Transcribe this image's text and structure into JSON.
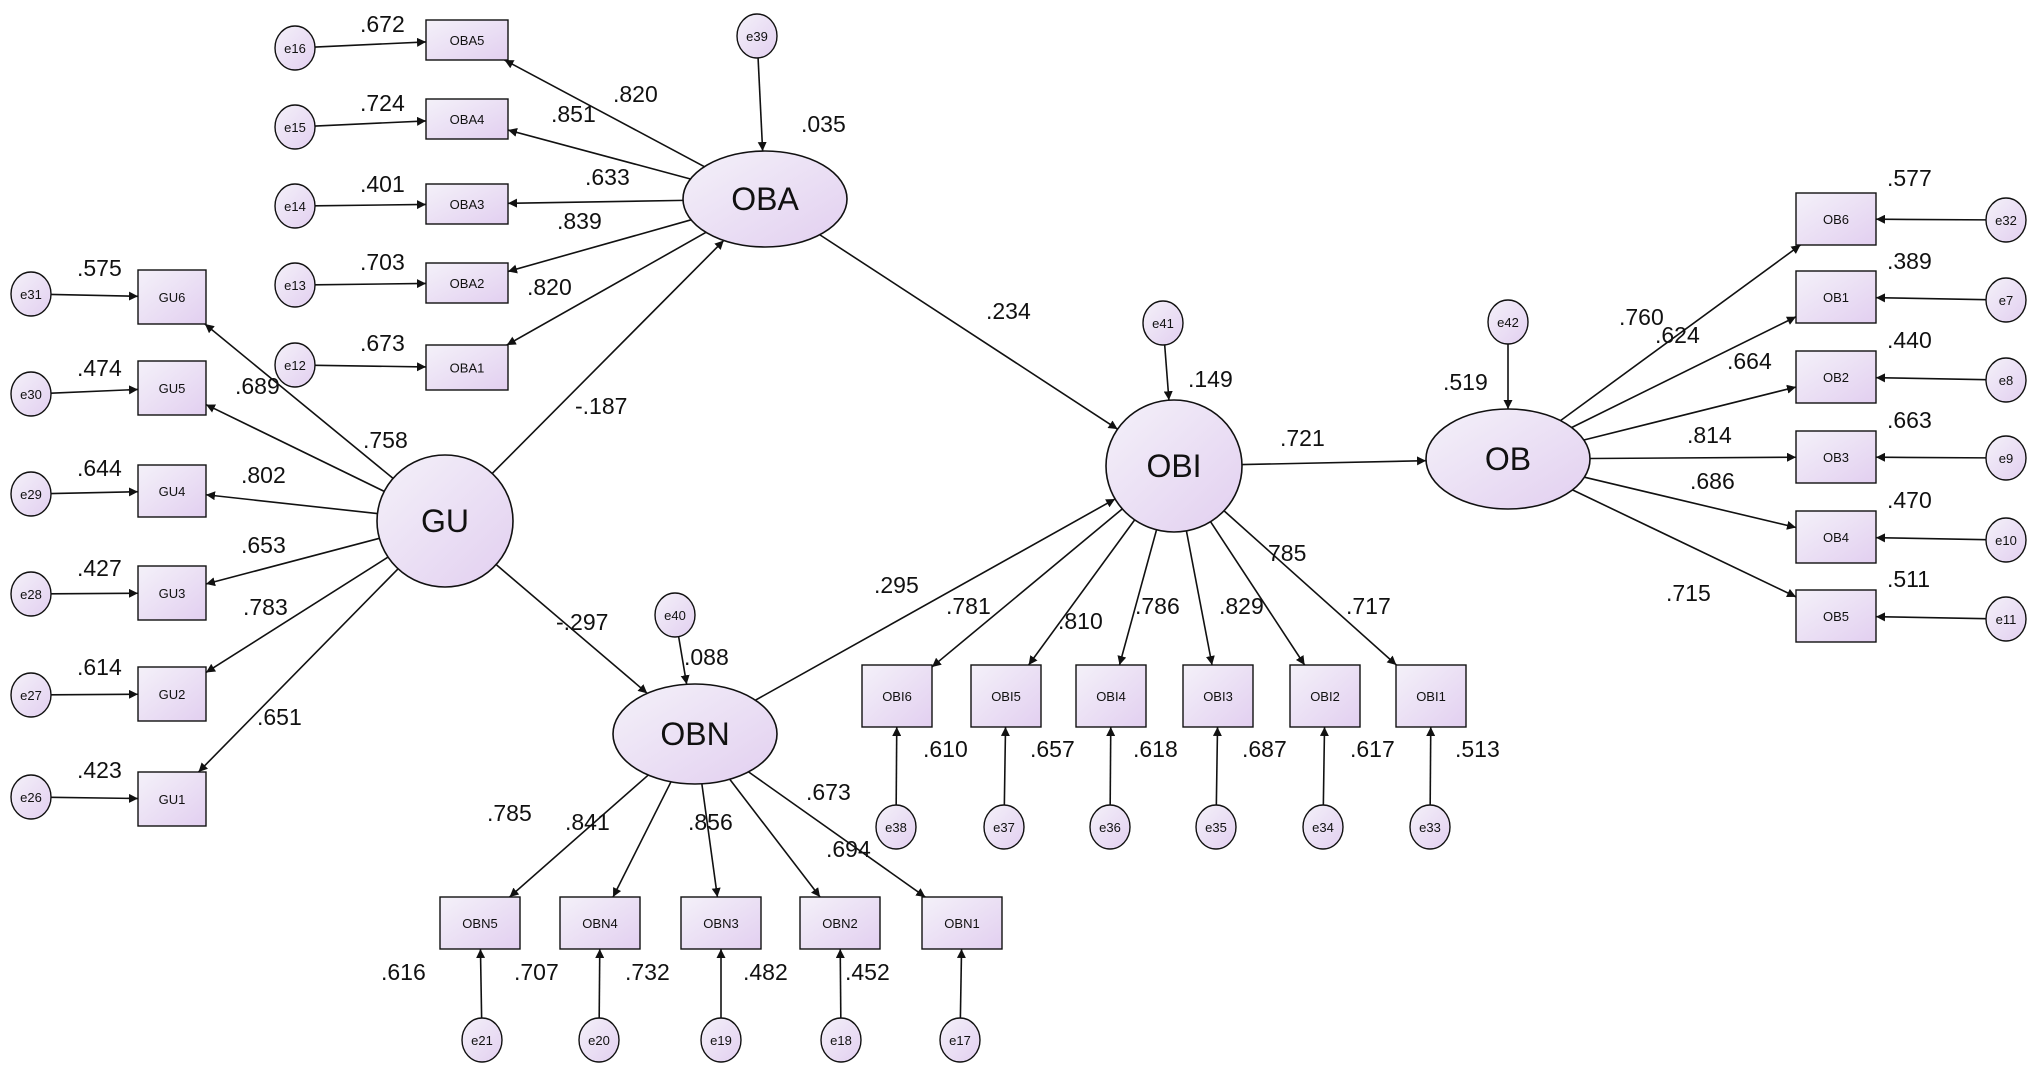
{
  "colors": {
    "node_fill_start": "#f4f1f9",
    "node_fill_end": "#e2cff0",
    "stroke": "#111111",
    "background": "#ffffff"
  },
  "latents": [
    {
      "id": "OBA",
      "label": "OBA"
    },
    {
      "id": "GU",
      "label": "GU"
    },
    {
      "id": "OBN",
      "label": "OBN"
    },
    {
      "id": "OBI",
      "label": "OBI"
    },
    {
      "id": "OB",
      "label": "OB"
    }
  ],
  "observed": [
    {
      "id": "OBA5",
      "label": "OBA5"
    },
    {
      "id": "OBA4",
      "label": "OBA4"
    },
    {
      "id": "OBA3",
      "label": "OBA3"
    },
    {
      "id": "OBA2",
      "label": "OBA2"
    },
    {
      "id": "OBA1",
      "label": "OBA1"
    },
    {
      "id": "GU6",
      "label": "GU6"
    },
    {
      "id": "GU5",
      "label": "GU5"
    },
    {
      "id": "GU4",
      "label": "GU4"
    },
    {
      "id": "GU3",
      "label": "GU3"
    },
    {
      "id": "GU2",
      "label": "GU2"
    },
    {
      "id": "GU1",
      "label": "GU1"
    },
    {
      "id": "OBN5",
      "label": "OBN5"
    },
    {
      "id": "OBN4",
      "label": "OBN4"
    },
    {
      "id": "OBN3",
      "label": "OBN3"
    },
    {
      "id": "OBN2",
      "label": "OBN2"
    },
    {
      "id": "OBN1",
      "label": "OBN1"
    },
    {
      "id": "OBI6",
      "label": "OBI6"
    },
    {
      "id": "OBI5",
      "label": "OBI5"
    },
    {
      "id": "OBI4",
      "label": "OBI4"
    },
    {
      "id": "OBI3",
      "label": "OBI3"
    },
    {
      "id": "OBI2",
      "label": "OBI2"
    },
    {
      "id": "OBI1",
      "label": "OBI1"
    },
    {
      "id": "OB6",
      "label": "OB6"
    },
    {
      "id": "OB1",
      "label": "OB1"
    },
    {
      "id": "OB2",
      "label": "OB2"
    },
    {
      "id": "OB3",
      "label": "OB3"
    },
    {
      "id": "OB4",
      "label": "OB4"
    },
    {
      "id": "OB5",
      "label": "OB5"
    }
  ],
  "errors": [
    {
      "id": "e16",
      "label": "e16",
      "to": "OBA5"
    },
    {
      "id": "e15",
      "label": "e15",
      "to": "OBA4"
    },
    {
      "id": "e14",
      "label": "e14",
      "to": "OBA3"
    },
    {
      "id": "e13",
      "label": "e13",
      "to": "OBA2"
    },
    {
      "id": "e12",
      "label": "e12",
      "to": "OBA1"
    },
    {
      "id": "e31",
      "label": "e31",
      "to": "GU6"
    },
    {
      "id": "e30",
      "label": "e30",
      "to": "GU5"
    },
    {
      "id": "e29",
      "label": "e29",
      "to": "GU4"
    },
    {
      "id": "e28",
      "label": "e28",
      "to": "GU3"
    },
    {
      "id": "e27",
      "label": "e27",
      "to": "GU2"
    },
    {
      "id": "e26",
      "label": "e26",
      "to": "GU1"
    },
    {
      "id": "e21",
      "label": "e21",
      "to": "OBN5"
    },
    {
      "id": "e20",
      "label": "e20",
      "to": "OBN4"
    },
    {
      "id": "e19",
      "label": "e19",
      "to": "OBN3"
    },
    {
      "id": "e18",
      "label": "e18",
      "to": "OBN2"
    },
    {
      "id": "e17",
      "label": "e17",
      "to": "OBN1"
    },
    {
      "id": "e38",
      "label": "e38",
      "to": "OBI6"
    },
    {
      "id": "e37",
      "label": "e37",
      "to": "OBI5"
    },
    {
      "id": "e36",
      "label": "e36",
      "to": "OBI4"
    },
    {
      "id": "e35",
      "label": "e35",
      "to": "OBI3"
    },
    {
      "id": "e34",
      "label": "e34",
      "to": "OBI2"
    },
    {
      "id": "e33",
      "label": "e33",
      "to": "OBI1"
    },
    {
      "id": "e32",
      "label": "e32",
      "to": "OB6"
    },
    {
      "id": "e7",
      "label": "e7",
      "to": "OB1"
    },
    {
      "id": "e8",
      "label": "e8",
      "to": "OB2"
    },
    {
      "id": "e9",
      "label": "e9",
      "to": "OB3"
    },
    {
      "id": "e10",
      "label": "e10",
      "to": "OB4"
    },
    {
      "id": "e11",
      "label": "e11",
      "to": "OB5"
    },
    {
      "id": "e39",
      "label": "e39",
      "to": "OBA"
    },
    {
      "id": "e40",
      "label": "e40",
      "to": "OBN"
    },
    {
      "id": "e41",
      "label": "e41",
      "to": "OBI"
    },
    {
      "id": "e42",
      "label": "e42",
      "to": "OB"
    }
  ],
  "paths": [
    {
      "from": "GU",
      "to": "OBA",
      "value": "-.187"
    },
    {
      "from": "GU",
      "to": "OBN",
      "value": "-.297"
    },
    {
      "from": "OBA",
      "to": "OBI",
      "value": ".234"
    },
    {
      "from": "OBN",
      "to": "OBI",
      "value": ".295"
    },
    {
      "from": "OBI",
      "to": "OB",
      "value": ".721"
    }
  ],
  "loadings": [
    {
      "from": "OBA",
      "to": "OBA5",
      "value": ".820"
    },
    {
      "from": "OBA",
      "to": "OBA4",
      "value": ".851"
    },
    {
      "from": "OBA",
      "to": "OBA3",
      "value": ".633"
    },
    {
      "from": "OBA",
      "to": "OBA2",
      "value": ".839"
    },
    {
      "from": "OBA",
      "to": "OBA1",
      "value": ".820"
    },
    {
      "from": "GU",
      "to": "GU6",
      "value": ".758"
    },
    {
      "from": "GU",
      "to": "GU5",
      "value": ".689"
    },
    {
      "from": "GU",
      "to": "GU4",
      "value": ".802"
    },
    {
      "from": "GU",
      "to": "GU3",
      "value": ".653"
    },
    {
      "from": "GU",
      "to": "GU2",
      "value": ".783"
    },
    {
      "from": "GU",
      "to": "GU1",
      "value": ".651"
    },
    {
      "from": "OBN",
      "to": "OBN5",
      "value": ".785"
    },
    {
      "from": "OBN",
      "to": "OBN4",
      "value": ".841"
    },
    {
      "from": "OBN",
      "to": "OBN3",
      "value": ".856"
    },
    {
      "from": "OBN",
      "to": "OBN2",
      "value": ".694"
    },
    {
      "from": "OBN",
      "to": "OBN1",
      "value": ".673"
    },
    {
      "from": "OBI",
      "to": "OBI6",
      "value": ".781"
    },
    {
      "from": "OBI",
      "to": "OBI5",
      "value": ".810"
    },
    {
      "from": "OBI",
      "to": "OBI4",
      "value": ".786"
    },
    {
      "from": "OBI",
      "to": "OBI3",
      "value": ".829"
    },
    {
      "from": "OBI",
      "to": "OBI2",
      "value": "785"
    },
    {
      "from": "OBI",
      "to": "OBI1",
      "value": ".717"
    },
    {
      "from": "OB",
      "to": "OB6",
      "value": ".760"
    },
    {
      "from": "OB",
      "to": "OB1",
      "value": ".624"
    },
    {
      "from": "OB",
      "to": "OB2",
      "value": ".664"
    },
    {
      "from": "OB",
      "to": "OB3",
      "value": ".814"
    },
    {
      "from": "OB",
      "to": "OB4",
      "value": ".686"
    },
    {
      "from": "OB",
      "to": "OB5",
      "value": ".715"
    }
  ],
  "r_squared": [
    {
      "node": "OBA5",
      "value": ".672"
    },
    {
      "node": "OBA4",
      "value": ".724"
    },
    {
      "node": "OBA3",
      "value": ".401"
    },
    {
      "node": "OBA2",
      "value": ".703"
    },
    {
      "node": "OBA1",
      "value": ".673"
    },
    {
      "node": "GU6",
      "value": ".575"
    },
    {
      "node": "GU5",
      "value": ".474"
    },
    {
      "node": "GU4",
      "value": ".644"
    },
    {
      "node": "GU3",
      "value": ".427"
    },
    {
      "node": "GU2",
      "value": ".614"
    },
    {
      "node": "GU1",
      "value": ".423"
    },
    {
      "node": "OBN5",
      "value": ".616"
    },
    {
      "node": "OBN4",
      "value": ".707"
    },
    {
      "node": "OBN3",
      "value": ".732"
    },
    {
      "node": "OBN2",
      "value": ".482"
    },
    {
      "node": "OBN1",
      "value": ".452"
    },
    {
      "node": "OBI6",
      "value": ".610"
    },
    {
      "node": "OBI5",
      "value": ".657"
    },
    {
      "node": "OBI4",
      "value": ".618"
    },
    {
      "node": "OBI3",
      "value": ".687"
    },
    {
      "node": "OBI2",
      "value": ".617"
    },
    {
      "node": "OBI1",
      "value": ".513"
    },
    {
      "node": "OB6",
      "value": ".577"
    },
    {
      "node": "OB1",
      "value": ".389"
    },
    {
      "node": "OB2",
      "value": ".440"
    },
    {
      "node": "OB3",
      "value": ".663"
    },
    {
      "node": "OB4",
      "value": ".470"
    },
    {
      "node": "OB5",
      "value": ".511"
    },
    {
      "node": "OBA",
      "value": ".035"
    },
    {
      "node": "OBN",
      "value": ".088"
    },
    {
      "node": "OBI",
      "value": ".149"
    },
    {
      "node": "OB",
      "value": ".519"
    }
  ]
}
